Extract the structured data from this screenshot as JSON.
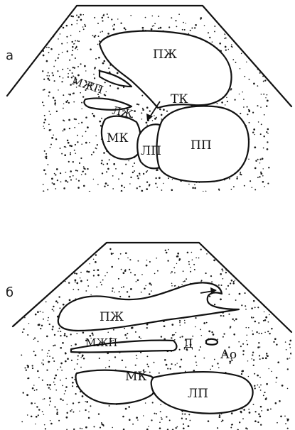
{
  "panels": [
    {
      "letter": "а",
      "labels": {
        "rv": "ПЖ",
        "ivs": "МЖП",
        "lv": "ЛЖ",
        "tv": "ТК",
        "mv": "МК",
        "la": "ЛП",
        "ra": "ПП"
      }
    },
    {
      "letter": "б",
      "labels": {
        "rv": "ПЖ",
        "ivs": "МЖП",
        "defect": "Д",
        "ao": "Ао",
        "mv": "МК",
        "la": "ЛП"
      }
    }
  ],
  "colors": {
    "stipple": "#1a1a1a",
    "line": "#111111",
    "background": "#ffffff"
  }
}
